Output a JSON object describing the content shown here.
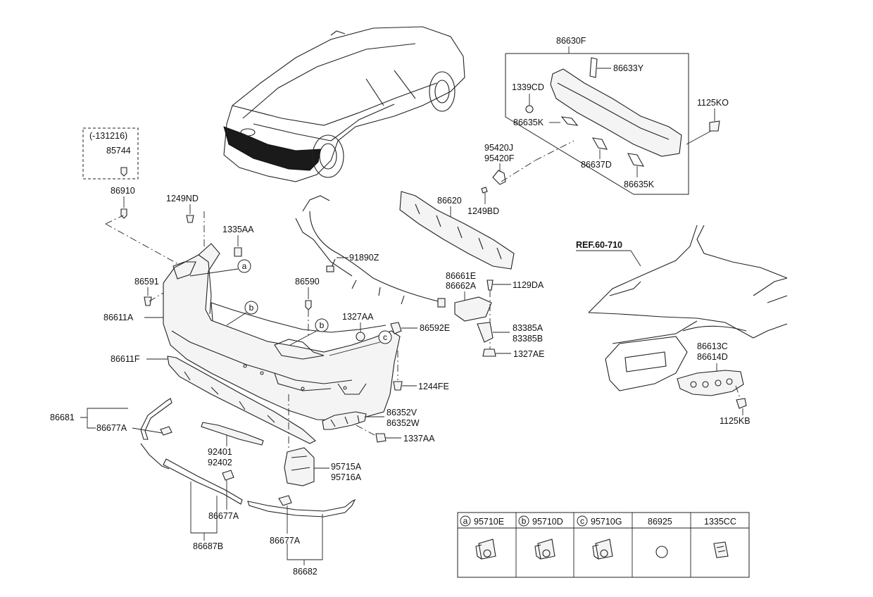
{
  "labels": {
    "86630F": "86630F",
    "86633Y": "86633Y",
    "1339CD": "1339CD",
    "1125KO": "1125KO",
    "86635K_a": "86635K",
    "86635K_b": "86635K",
    "86637D": "86637D",
    "95420J": "95420J",
    "95420F": "95420F",
    "86620": "86620",
    "1249BD": "1249BD",
    "ver": "(-131216)",
    "85744": "85744",
    "86910": "86910",
    "1249ND": "1249ND",
    "1335AA": "1335AA",
    "91890Z": "91890Z",
    "86591": "86591",
    "86611A": "86611A",
    "86590": "86590",
    "1327AA": "1327AA",
    "86592E": "86592E",
    "86661E": "86661E",
    "86662A": "86662A",
    "1129DA": "1129DA",
    "83385A": "83385A",
    "83385B": "83385B",
    "1327AE": "1327AE",
    "86611F": "86611F",
    "1244FE": "1244FE",
    "86681": "86681",
    "86677A_a": "86677A",
    "86677A_b": "86677A",
    "86677A_c": "86677A",
    "86352V": "86352V",
    "86352W": "86352W",
    "1337AA": "1337AA",
    "92401": "92401",
    "92402": "92402",
    "95715A": "95715A",
    "95716A": "95716A",
    "86687B": "86687B",
    "86682": "86682",
    "ref": "REF.60-710",
    "86613C": "86613C",
    "86614D": "86614D",
    "1125KB": "1125KB"
  },
  "callouts": {
    "a": "a",
    "b": "b",
    "c": "c"
  },
  "legend": {
    "items": [
      {
        "letter": "a",
        "code": "95710E"
      },
      {
        "letter": "b",
        "code": "95710D"
      },
      {
        "letter": "c",
        "code": "95710G"
      },
      {
        "letter": "",
        "code": "86925"
      },
      {
        "letter": "",
        "code": "1335CC"
      }
    ]
  }
}
